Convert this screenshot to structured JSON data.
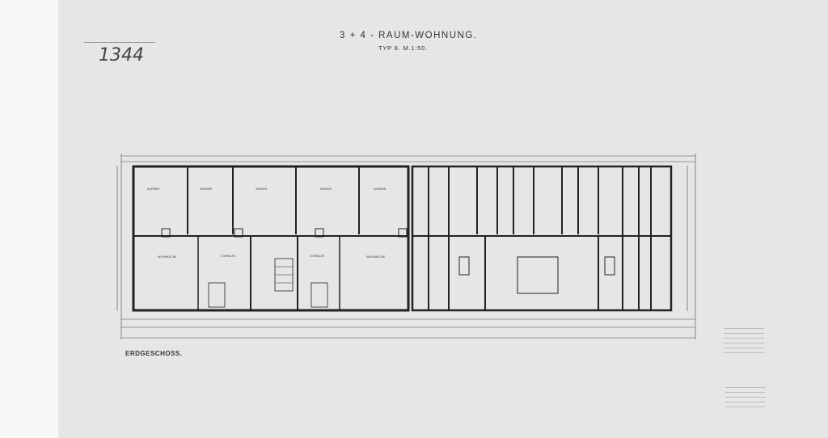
{
  "drawing": {
    "title": "3 + 4 - RAUM-WOHNUNG.",
    "subtitle": "TYP 8. M.1:50.",
    "sheet_number": "1344",
    "floor_label": "ERDGESCHOSS."
  },
  "rooms": {
    "r1": "KAMMER",
    "r2": "KAMMER",
    "r3": "ZIMMER",
    "r4": "ZIMMER",
    "r5": "KAMMER",
    "r6": "WOHNKÜCHE",
    "r7": "VORRAUM",
    "r8": "VORRAUM",
    "r9": "WOHNKÜCHE"
  }
}
